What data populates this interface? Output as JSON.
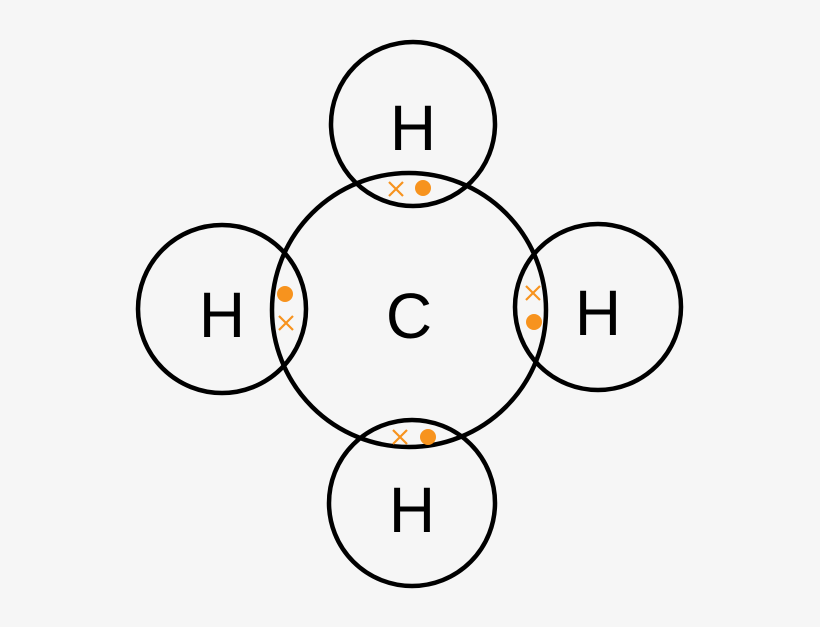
{
  "atoms": {
    "center": {
      "symbol": "C"
    },
    "top": {
      "symbol": "H"
    },
    "left": {
      "symbol": "H"
    },
    "right": {
      "symbol": "H"
    },
    "bottom": {
      "symbol": "H"
    }
  },
  "colors": {
    "electron": "#f7931e",
    "outline": "#000000",
    "background": "#f6f6f6"
  },
  "electron_legend": {
    "carbon_electron": "cross",
    "hydrogen_electron": "dot"
  }
}
